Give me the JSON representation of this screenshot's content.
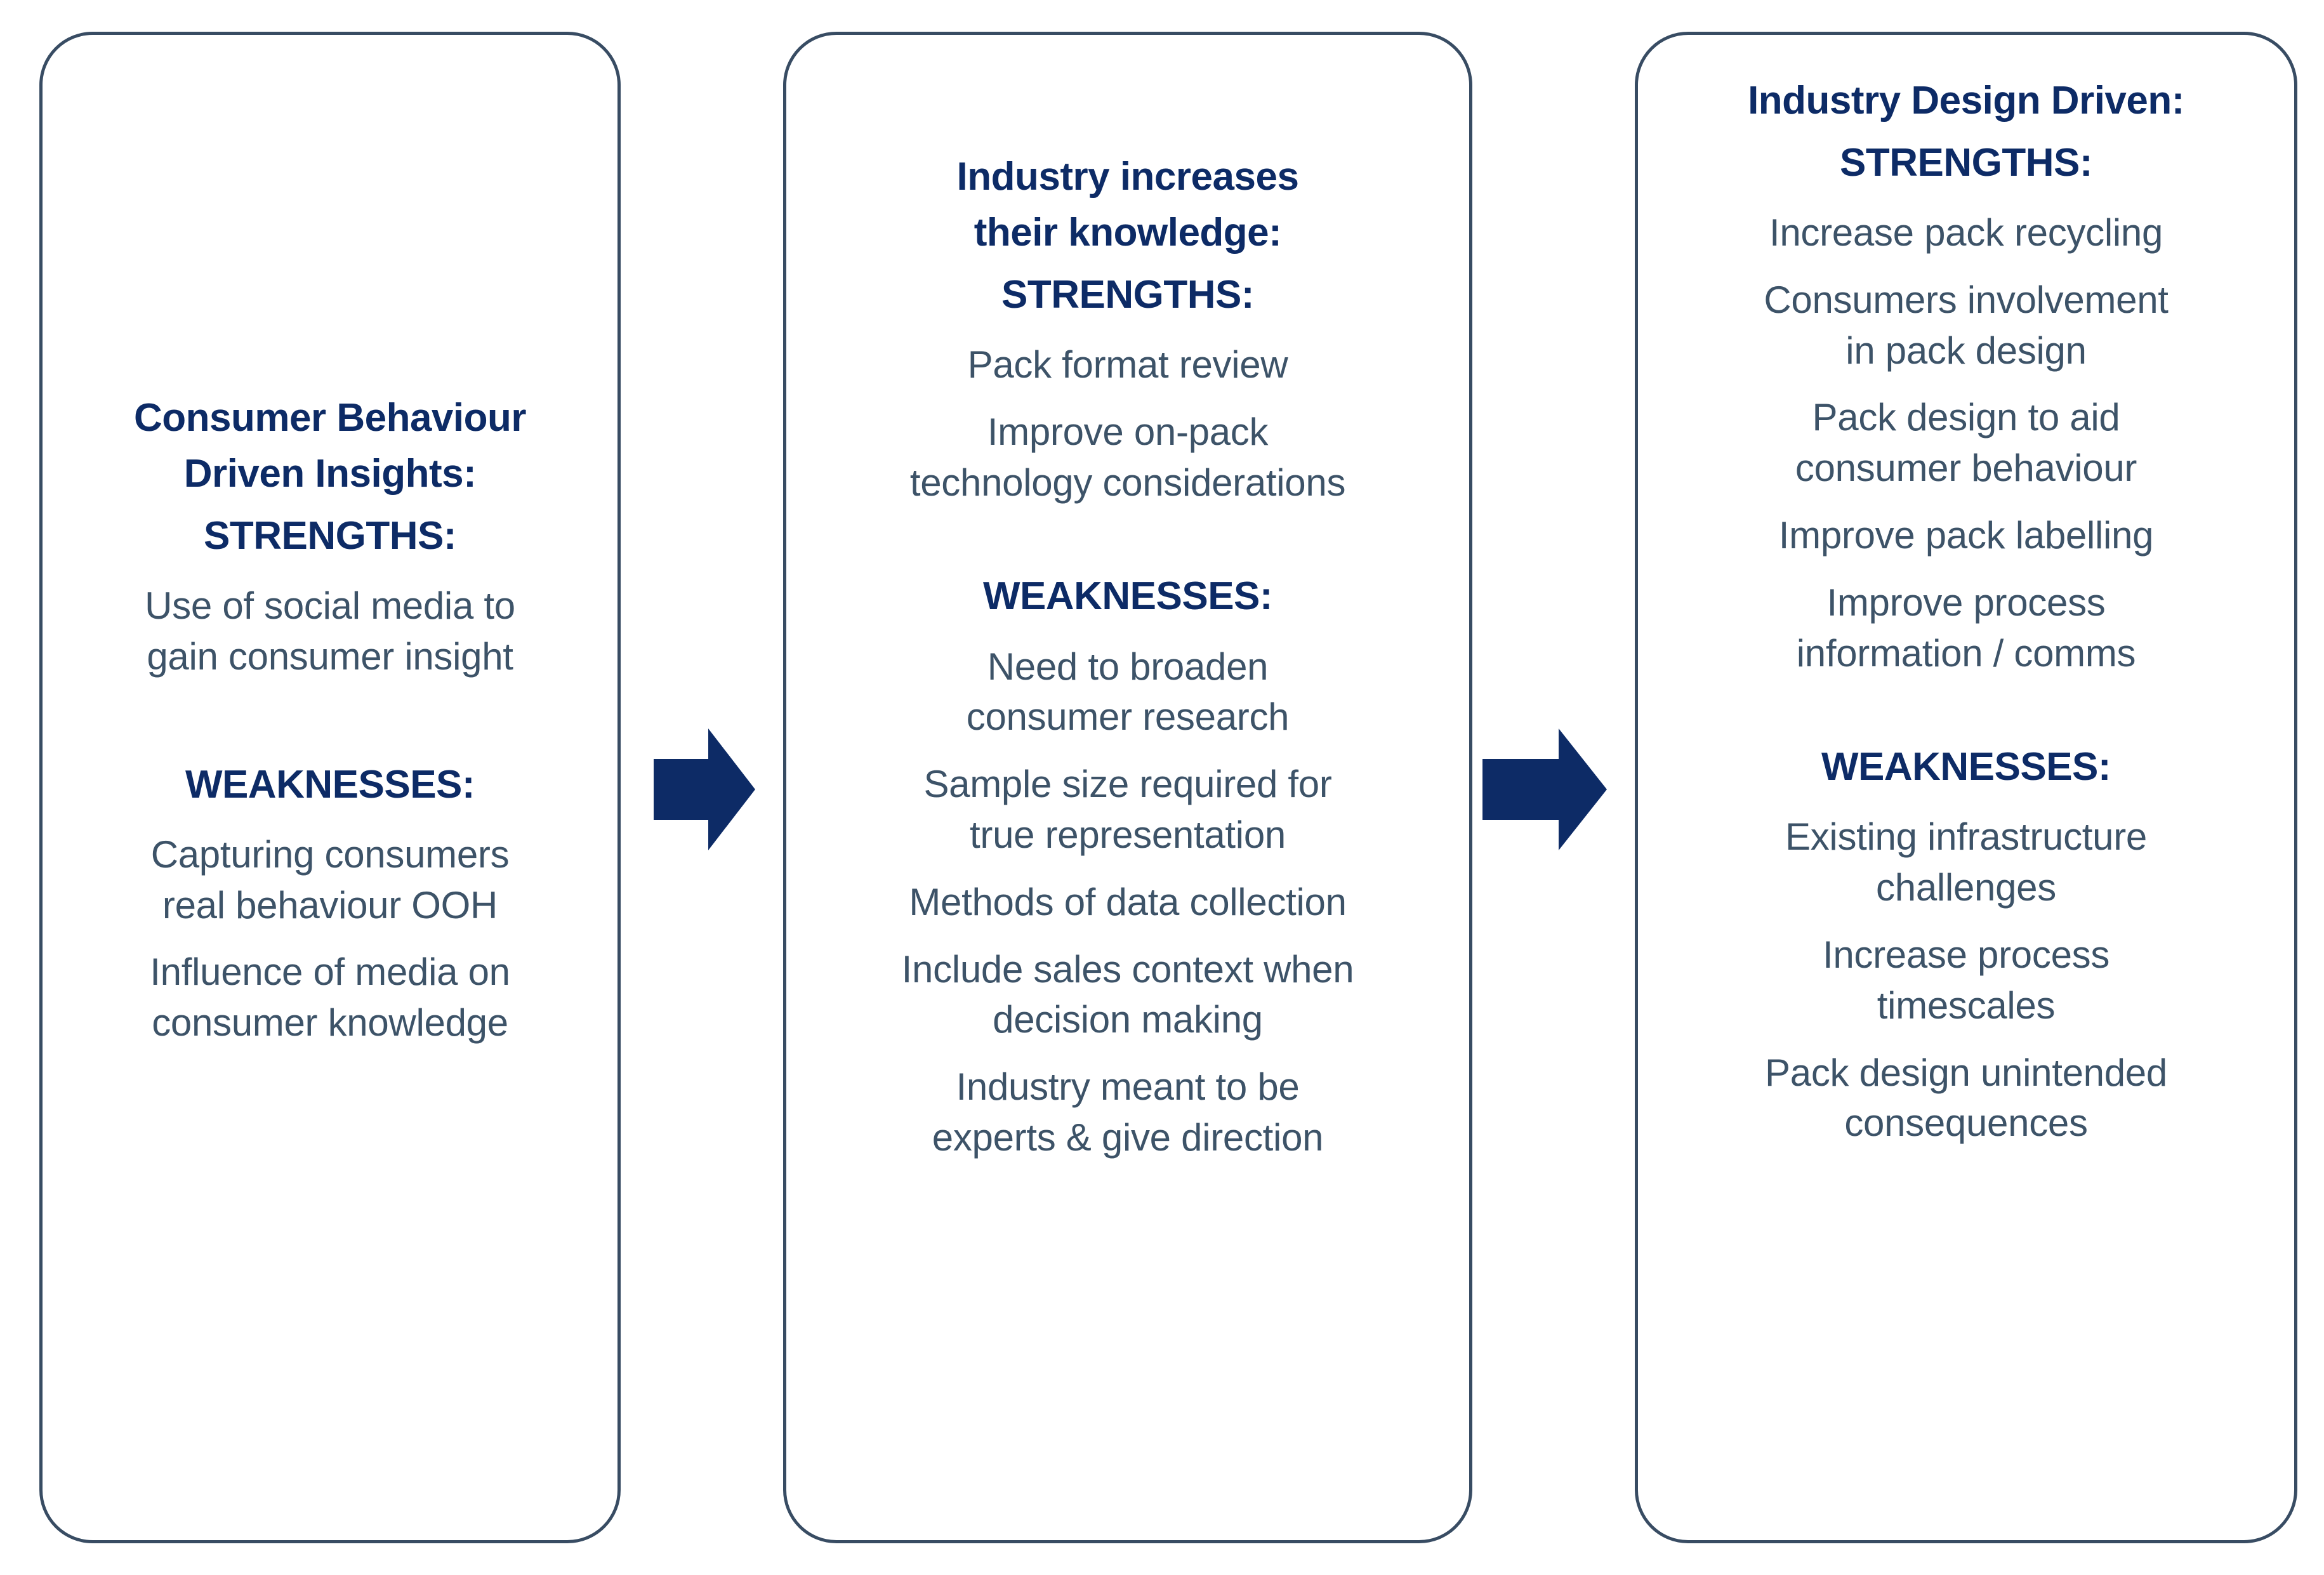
{
  "theme": {
    "border_color": "#384c63",
    "heading_color": "#0d2b66",
    "body_color": "#3d5368",
    "arrow_color": "#0d2b66",
    "background": "#ffffff"
  },
  "diagram": {
    "type": "three-stage-flow",
    "panels": [
      {
        "id": "consumer-behaviour-driven-insights",
        "title": "Consumer Behaviour\nDriven Insights:",
        "strengths_label": "STRENGTHS:",
        "strengths": [
          "Use of social media to\ngain consumer insight"
        ],
        "weaknesses_label": "WEAKNESSES:",
        "weaknesses": [
          "Capturing consumers\nreal behaviour OOH",
          "Influence of media on\nconsumer knowledge"
        ]
      },
      {
        "id": "industry-increases-their-knowledge",
        "title": "Industry increases\ntheir knowledge:",
        "strengths_label": "STRENGTHS:",
        "strengths": [
          "Pack format review",
          "Improve on-pack\ntechnology considerations"
        ],
        "weaknesses_label": "WEAKNESSES:",
        "weaknesses": [
          "Need to broaden\nconsumer research",
          "Sample size required for\ntrue representation",
          "Methods of data collection",
          "Include sales context when\ndecision making",
          "Industry meant to be\nexperts & give direction"
        ]
      },
      {
        "id": "industry-design-driven",
        "title": "Industry Design Driven:",
        "strengths_label": "STRENGTHS:",
        "strengths": [
          "Increase pack recycling",
          "Consumers involvement\nin pack design",
          "Pack design to aid\nconsumer behaviour",
          "Improve pack labelling",
          "Improve process\ninformation / comms"
        ],
        "weaknesses_label": "WEAKNESSES:",
        "weaknesses": [
          "Existing infrastructure\nchallenges",
          "Increase process\ntimescales",
          "Pack design unintended\nconsequences"
        ]
      }
    ],
    "connectors": [
      {
        "id": "arrow-1",
        "icon": "right-arrow-icon",
        "from": "consumer-behaviour-driven-insights",
        "to": "industry-increases-their-knowledge"
      },
      {
        "id": "arrow-2",
        "icon": "right-arrow-icon",
        "from": "industry-increases-their-knowledge",
        "to": "industry-design-driven"
      }
    ]
  }
}
